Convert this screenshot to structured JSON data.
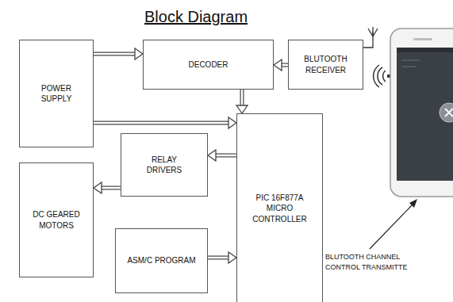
{
  "diagram": {
    "title": "Block Diagram",
    "nodes": [
      {
        "text": [
          "POWER SUPPLY"
        ]
      },
      {
        "text": [
          "DECODER"
        ]
      },
      {
        "text": [
          "BLUTOOTH RECEIVER"
        ]
      },
      {
        "text": [
          "PIC 16F877A MICRO CONTROLLER"
        ]
      },
      {
        "text": [
          "RELAY DRIVERS"
        ]
      },
      {
        "text": [
          "DC GEARED MOTORS"
        ]
      },
      {
        "text": [
          "ASM/C PROGRAM"
        ]
      }
    ],
    "edges": [
      {
        "from": 0,
        "to": 1,
        "arrow": "to"
      },
      {
        "from": 2,
        "to": 1,
        "arrow": "to"
      },
      {
        "from": 1,
        "to": 3,
        "arrow": "to"
      },
      {
        "from": 0,
        "to": 3,
        "arrow": "to"
      },
      {
        "from": 3,
        "to": 4,
        "arrow": "to"
      },
      {
        "from": 4,
        "to": 5,
        "arrow": "to"
      },
      {
        "from": 6,
        "to": 3,
        "arrow": "to"
      }
    ],
    "labels": [
      "BLUTOOTH CHANNEL CONTROL TRANSMITTE"
    ]
  }
}
